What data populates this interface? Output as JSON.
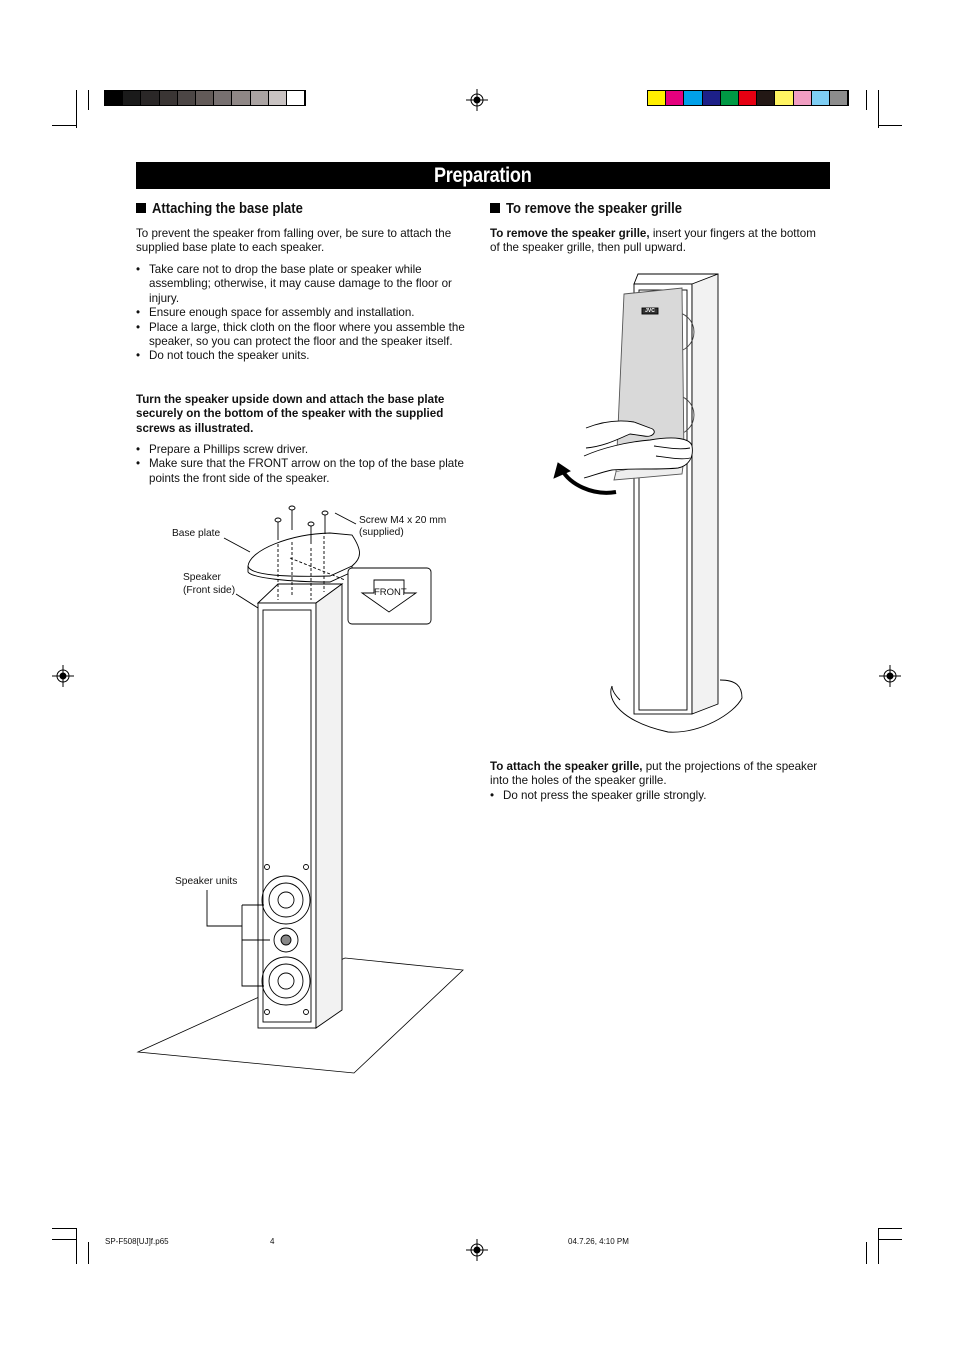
{
  "page_title": "Preparation",
  "left": {
    "heading": "Attaching the base plate",
    "intro": "To prevent the speaker from falling over, be sure to attach the supplied base plate to each speaker.",
    "cautions": [
      "Take care not to drop the base plate or speaker while assembling; otherwise, it may cause damage to the floor or injury.",
      "Ensure enough space for assembly and installation.",
      "Place a large, thick cloth on the floor where you assemble the speaker, so you can protect the floor and the speaker itself.",
      "Do not touch the speaker units."
    ],
    "instruction": "Turn the speaker upside down and attach the base plate securely on the bottom of the speaker with the supplied screws as illustrated.",
    "steps": [
      "Prepare a Phillips screw driver.",
      "Make sure that the FRONT arrow on the top of the base plate points the front side of the speaker."
    ],
    "diagram": {
      "label_base_plate": "Base plate",
      "label_screw": "Screw  M4 x 20 mm",
      "label_screw_sub": "(supplied)",
      "label_speaker": "Speaker",
      "label_speaker_sub": "(Front side)",
      "label_front": "FRONT",
      "label_units": "Speaker units"
    }
  },
  "right": {
    "heading": "To remove the speaker grille",
    "remove_bold": "To remove the speaker grille,",
    "remove_text": " insert your fingers at the bottom of the speaker grille, then pull upward.",
    "grille_logo": "JVC",
    "attach_bold": "To attach the speaker grille,",
    "attach_text": " put the projections of the speaker into the holes of the speaker grille.",
    "attach_note": "Do not press the speaker grille strongly."
  },
  "footer": {
    "file": "SP-F508[UJ]f.p65",
    "page": "4",
    "date": "04.7.26, 4:10 PM"
  },
  "colors": {
    "gray_bar": [
      "#000000",
      "#1a1a1a",
      "#2a2727",
      "#3a3534",
      "#4c4645",
      "#625a58",
      "#777070",
      "#8f8786",
      "#aaa3a2",
      "#c9c3c2",
      "#ffffff"
    ],
    "color_bar": [
      "#ffef00",
      "#e5007e",
      "#00a0e9",
      "#1d2088",
      "#009944",
      "#e60012",
      "#231815",
      "#fff462",
      "#f19ec2",
      "#7ecef4",
      "#8c8c8c"
    ]
  }
}
